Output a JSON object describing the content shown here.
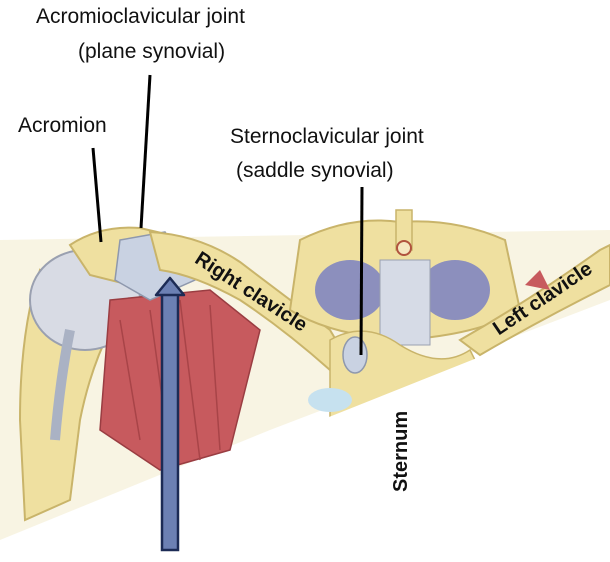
{
  "labels": {
    "ac_joint_name": "Acromioclavicular joint",
    "ac_joint_type": "(plane synovial)",
    "acromion": "Acromion",
    "sc_joint_name": "Sternoclavicular joint",
    "sc_joint_type": "(saddle synovial)",
    "right_clavicle": "Right clavicle",
    "left_clavicle": "Left clavicle",
    "sternum": "Sternum"
  },
  "colors": {
    "bone": "#efe0a0",
    "bone_edge": "#c9b46a",
    "cartilage": "#c9d2e2",
    "muscle": "#c75a5e",
    "cavity": "#8c8fbd",
    "arrow_fill": "#6c80b3",
    "arrow_edge": "#1c2b55"
  }
}
